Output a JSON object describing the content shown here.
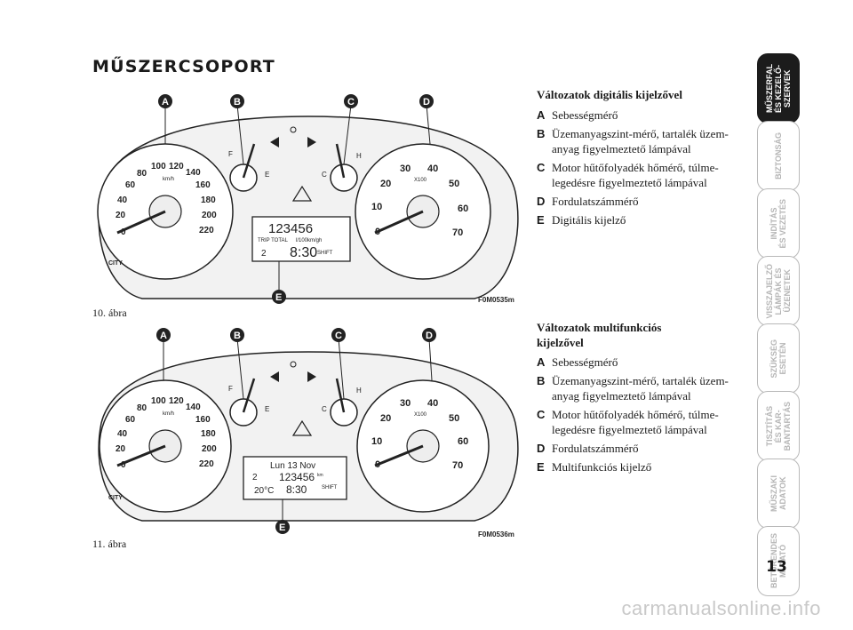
{
  "page_title": "MŰSZERCSOPORT",
  "page_number": "13",
  "watermark": "carmanualsonline.info",
  "tabs": [
    {
      "label": "MŰSZERFAL\nÉS KEZELŐ-\nSZERVEK",
      "active": true
    },
    {
      "label": "BIZTONSÁG",
      "active": false
    },
    {
      "label": "INDÍTÁS\nÉS VEZETÉS",
      "active": false
    },
    {
      "label": "VISSZAJELZŐ\nLÁMPÁK ÉS\nÜZENETEK",
      "active": false
    },
    {
      "label": "SZÜKSÉG\nESETÉN",
      "active": false
    },
    {
      "label": "TISZTÍTÁS\nÉS KAR-\nBANTARTÁS",
      "active": false
    },
    {
      "label": "MŰSZAKI\nADATOK",
      "active": false
    },
    {
      "label": "BETŰRENDES\nMUTATÓ",
      "active": false
    }
  ],
  "figures": [
    {
      "caption": "10. ábra",
      "code": "F0M0535m",
      "display": {
        "odometer": "123456",
        "trip": "TRIP TOTAL",
        "consumption": "l/100km/gh",
        "gear": "2",
        "clock": "8:30",
        "shift": "SHIFT"
      }
    },
    {
      "caption": "11. ábra",
      "code": "F0M0536m",
      "display": {
        "date": "Lun 13 Nov",
        "gear": "2",
        "odometer": "123456",
        "km": "km",
        "temp": "20°C",
        "clock": "8:30",
        "shift": "SHIFT"
      }
    }
  ],
  "callouts": [
    "A",
    "B",
    "C",
    "D",
    "E"
  ],
  "gauge_labels": {
    "speed_ticks": [
      "0",
      "20",
      "40",
      "60",
      "80",
      "100",
      "120",
      "140",
      "160",
      "180",
      "200",
      "220"
    ],
    "speed_unit": "km/h",
    "rpm_ticks": [
      "0",
      "10",
      "20",
      "30",
      "40",
      "50",
      "60",
      "70"
    ],
    "rpm_unit": "X100",
    "fuel_full": "F",
    "fuel_empty": "E",
    "temp_cold": "C",
    "temp_hot": "H",
    "city": "CITY"
  },
  "legends": [
    {
      "heading": "Változatok digitális kijelzővel",
      "items": [
        {
          "key": "A",
          "text": "Sebességmérő"
        },
        {
          "key": "B",
          "text": "Üzemanyagszint-mérő, tartalék üzem-anyag figyelmeztető lámpával"
        },
        {
          "key": "C",
          "text": "Motor hűtőfolyadék hőmérő, túlme-legedésre figyelmeztető lámpával"
        },
        {
          "key": "D",
          "text": "Fordulatszámmérő"
        },
        {
          "key": "E",
          "text": "Digitális kijelző"
        }
      ]
    },
    {
      "heading": "Változatok multifunkciós kijelzővel",
      "items": [
        {
          "key": "A",
          "text": "Sebességmérő"
        },
        {
          "key": "B",
          "text": "Üzemanyagszint-mérő, tartalék üzem-anyag figyelmeztető lámpával"
        },
        {
          "key": "C",
          "text": "Motor hűtőfolyadék hőmérő, túlme-legedésre figyelmeztető lámpával"
        },
        {
          "key": "D",
          "text": "Fordulatszámmérő"
        },
        {
          "key": "E",
          "text": "Multifunkciós kijelző"
        }
      ]
    }
  ]
}
